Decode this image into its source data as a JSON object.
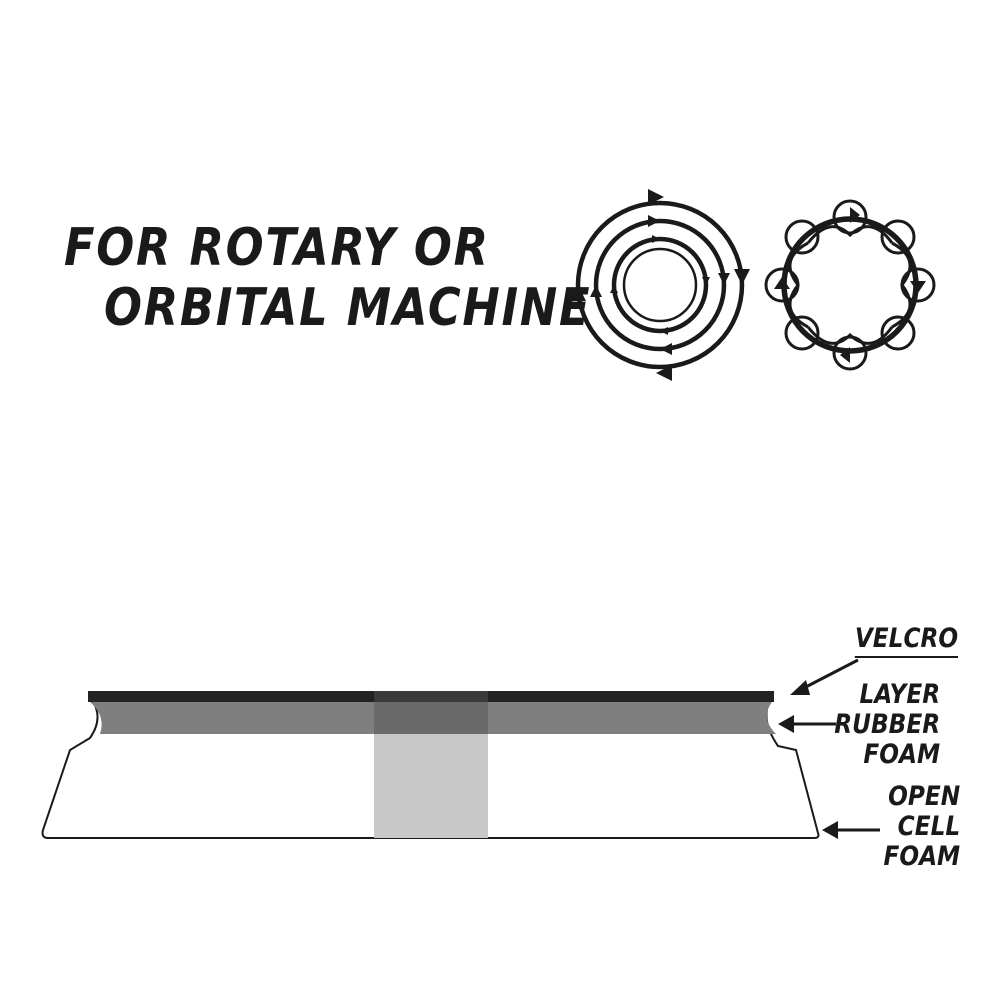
{
  "headline": {
    "line1": "FOR ROTARY OR",
    "line2": "ORBITAL MACHINE"
  },
  "icons": {
    "rotary": "rotary-motion-icon",
    "orbital": "orbital-motion-icon"
  },
  "callouts": {
    "velcro": [
      "VELCRO"
    ],
    "rubber": [
      "LAYER",
      "RUBBER",
      "FOAM"
    ],
    "foam": [
      "OPEN",
      "CELL",
      "FOAM"
    ]
  },
  "colors": {
    "ink": "#1a1a1a",
    "velcro_layer": "#222222",
    "rubber_layer": "#7f7f7f",
    "center_insert_dark": "#6a6a6a",
    "center_insert_light": "#c8c8c8"
  }
}
